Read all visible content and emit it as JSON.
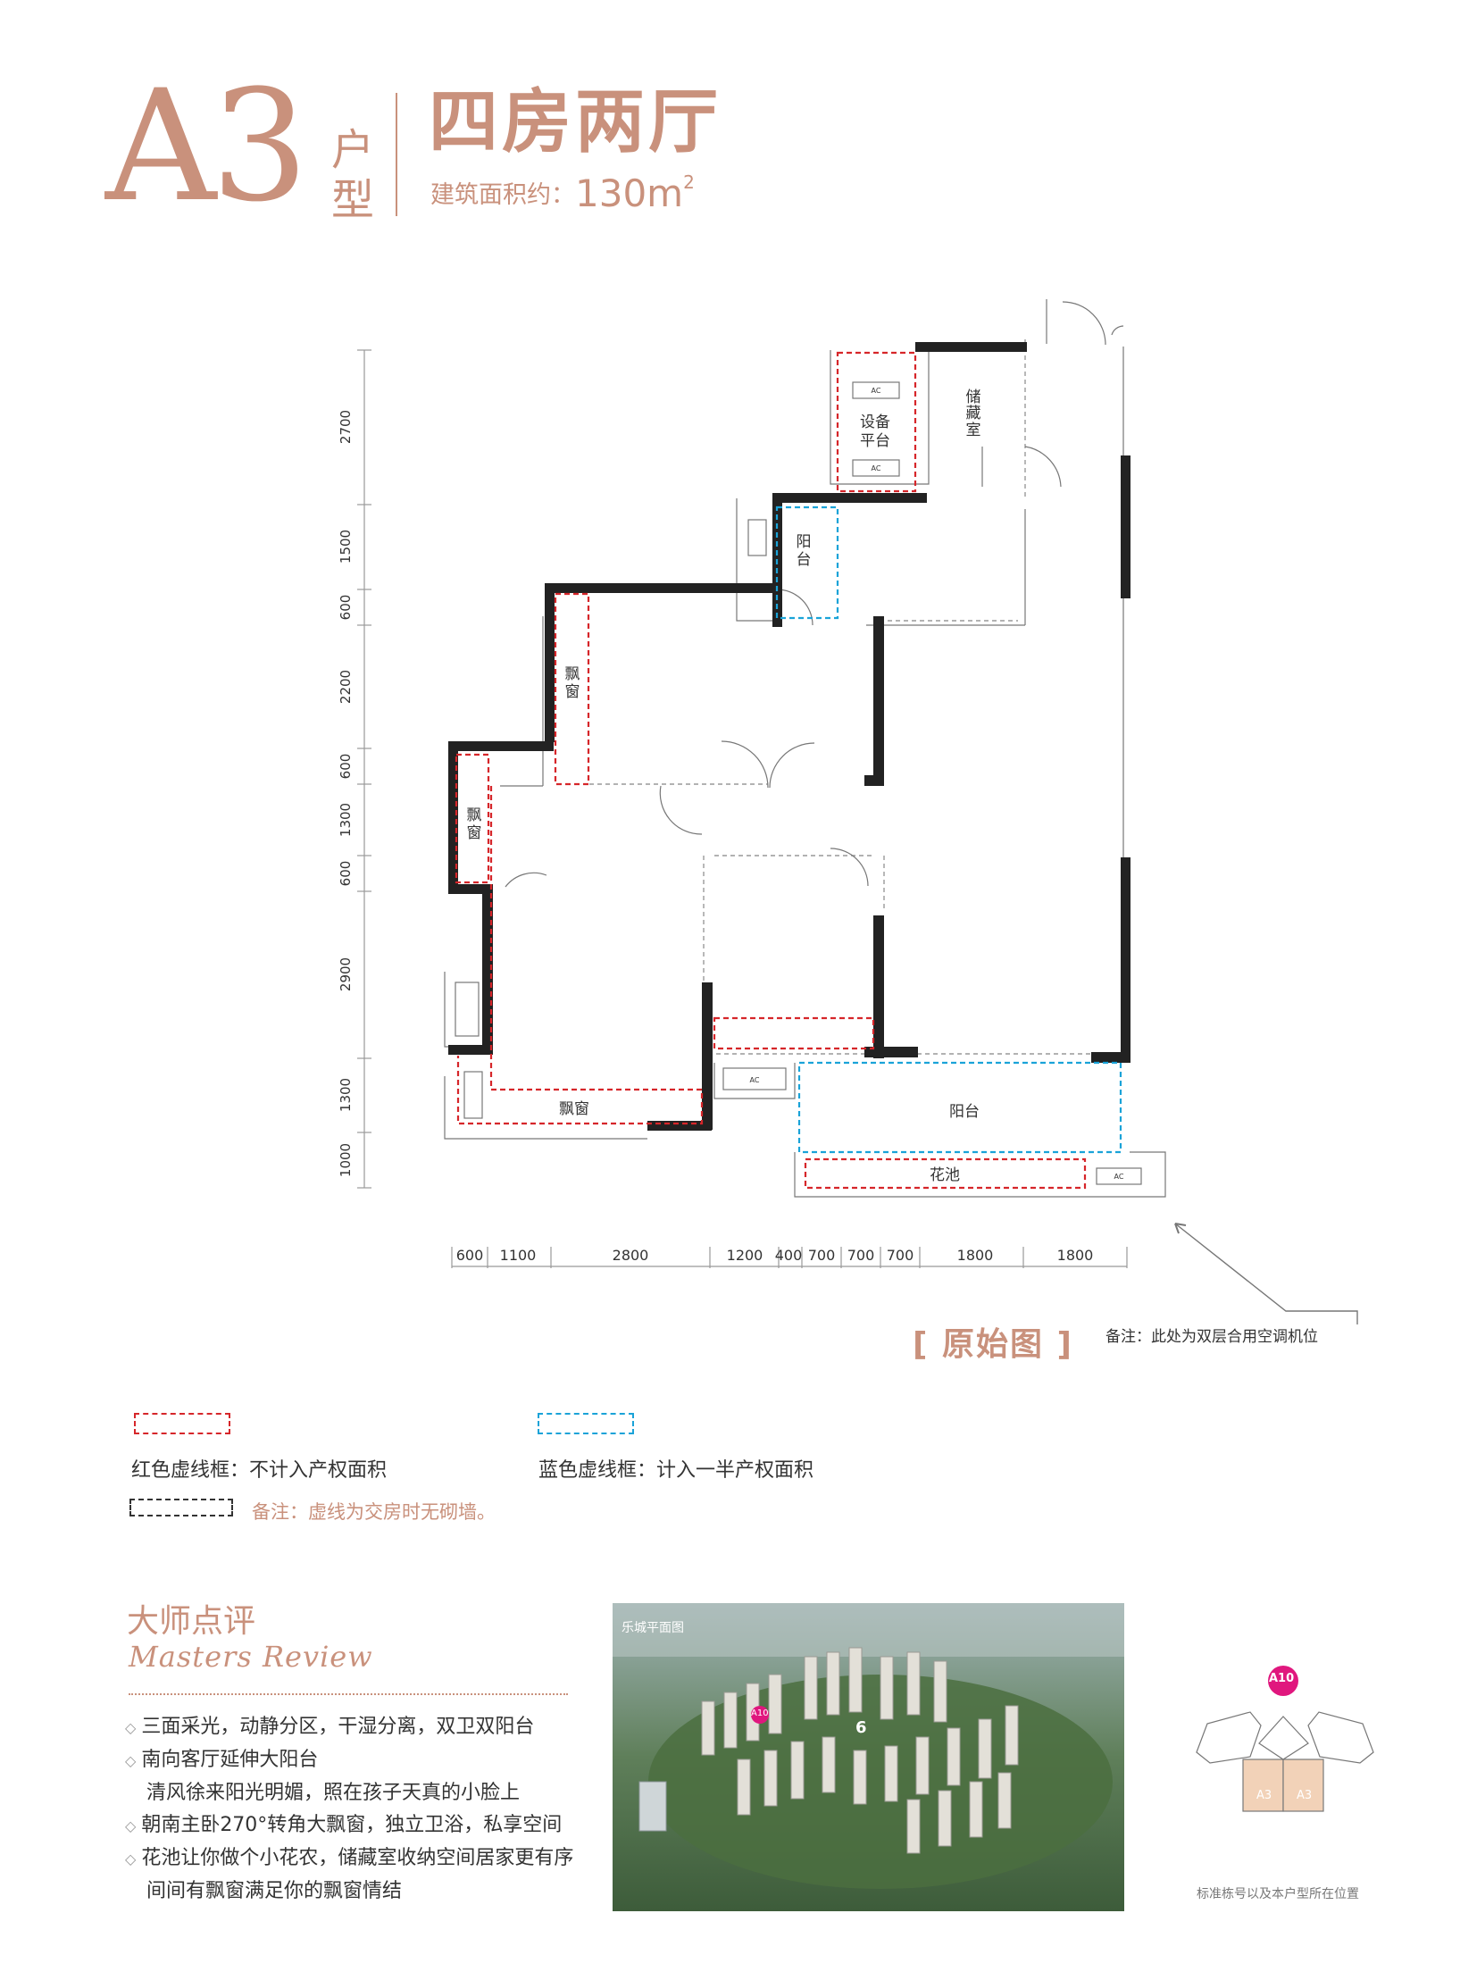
{
  "header": {
    "unit_code": "A3",
    "unit_label": "户型",
    "title": "四房两厅",
    "area_label": "建筑面积约：",
    "area_value": "130m",
    "area_unit_sup": "2"
  },
  "plan": {
    "rooms": {
      "equipment_platform": "设备\n平台",
      "storage": "储\n藏\n室",
      "balcony_small": "阳\n台",
      "bay_window_1": "飘\n窗",
      "bay_window_2": "飘\n窗",
      "bay_window_3": "飘窗",
      "balcony_large": "阳台",
      "flower_bed": "花池",
      "ac": "AC"
    },
    "left_dims": [
      "2700",
      "1500",
      "600",
      "2200",
      "600",
      "1300",
      "600",
      "2900",
      "1300",
      "1000"
    ],
    "bottom_dims": [
      "600",
      "1100",
      "2800",
      "1200",
      "400",
      "700",
      "700",
      "700",
      "1800",
      "1800"
    ],
    "original_label": "原始图",
    "ac_note": "备注：此处为双层合用空调机位"
  },
  "legend": {
    "red_text": "红色虚线框：不计入产权面积",
    "blue_text": "蓝色虚线框：计入一半产权面积",
    "black_text": "备注：虚线为交房时无砌墙。",
    "red_color": "#d6262a",
    "blue_color": "#1aa3d8"
  },
  "review": {
    "title": "大师点评",
    "subtitle": "Masters Review",
    "items": [
      "三面采光，动静分区，干湿分离，双卫双阳台",
      "南向客厅延伸大阳台",
      "清风徐来阳光明媚，照在孩子天真的小脸上",
      "朝南主卧270°转角大飘窗，独立卫浴，私享空间",
      "花池让你做个小花农，储藏室收纳空间居家更有序",
      "间间有飘窗满足你的飘窗情结"
    ]
  },
  "aerial": {
    "label": "乐城平面图",
    "marker_a10": "A10",
    "marker_6": "6"
  },
  "keyplan": {
    "marker": "A10",
    "unit_left": "A3",
    "unit_right": "A3",
    "caption": "标准栋号以及本户型所在位置"
  },
  "colors": {
    "accent": "#c9917c",
    "wall": "#222222",
    "keyplan_fill": "#f2d2b8"
  }
}
